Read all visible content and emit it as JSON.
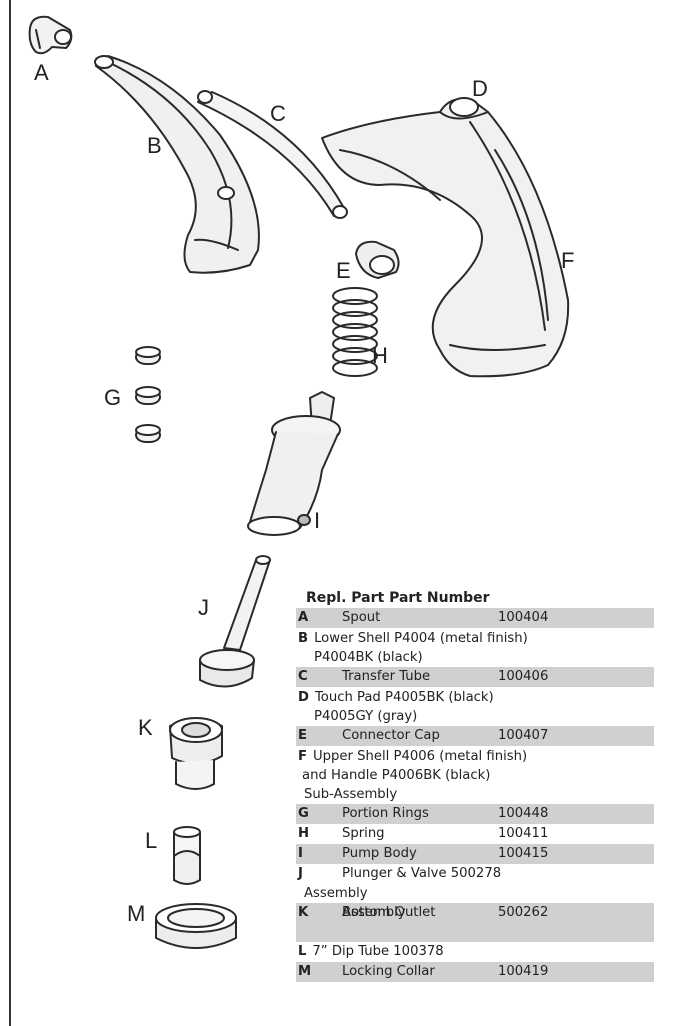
{
  "callouts": {
    "A": "A",
    "B": "B",
    "C": "C",
    "D": "D",
    "E": "E",
    "F": "F",
    "G": "G",
    "H": "H",
    "I": "I",
    "J": "J",
    "K": "K",
    "L": "L",
    "M": "M"
  },
  "table": {
    "header": "Repl. Part  Part Number",
    "rows": [
      {
        "letter": "A",
        "name": "Spout",
        "part": "100404"
      },
      {
        "letter": "B",
        "line1": "Lower Shell  P4004 (metal finish)",
        "line2": "P4004BK (black)"
      },
      {
        "letter": "C",
        "name": "Transfer Tube",
        "part": "100406"
      },
      {
        "letter": "D",
        "line1": "Touch Pad  P4005BK (black)",
        "line2": "P4005GY (gray)"
      },
      {
        "letter": "E",
        "name": "Connector Cap",
        "part": "100407"
      },
      {
        "letter": "F",
        "line1": "Upper Shell  P4006 (metal finish)",
        "line2": "and Handle  P4006BK (black)",
        "line3": "Sub-Assembly"
      },
      {
        "letter": "G",
        "name": "Portion Rings",
        "part": "100448"
      },
      {
        "letter": "H",
        "name": "Spring",
        "part": "100411"
      },
      {
        "letter": "I",
        "name": "Pump Body",
        "part": "100415"
      },
      {
        "letter": "J",
        "line1": "Plunger & Valve  500278",
        "line2": "Assembly"
      },
      {
        "letter": "K",
        "name": "Bottom Outlet",
        "name2": "Assembly",
        "part": "500262"
      },
      {
        "letter": "L",
        "line1": "7” Dip Tube  100378"
      },
      {
        "letter": "M",
        "name": "Locking Collar",
        "part": "100419"
      }
    ]
  }
}
